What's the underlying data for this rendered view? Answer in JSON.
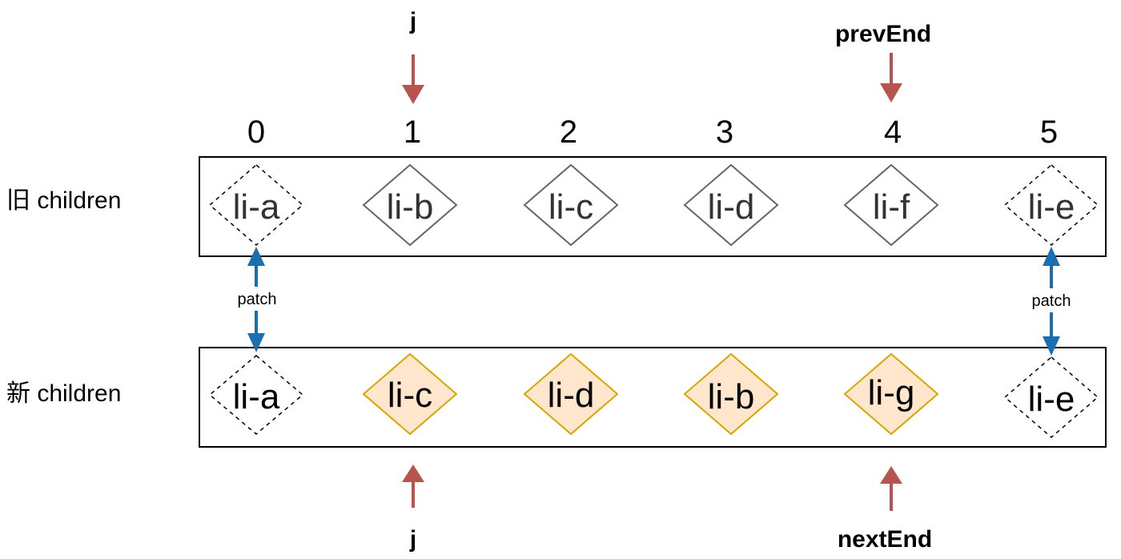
{
  "indices": [
    "0",
    "1",
    "2",
    "3",
    "4",
    "5"
  ],
  "old_row": {
    "label": "旧 children",
    "nodes": [
      {
        "text": "li-a",
        "style": "dashed"
      },
      {
        "text": "li-b",
        "style": "plain"
      },
      {
        "text": "li-c",
        "style": "plain"
      },
      {
        "text": "li-d",
        "style": "plain"
      },
      {
        "text": "li-f",
        "style": "plain"
      },
      {
        "text": "li-e",
        "style": "dashed"
      }
    ]
  },
  "new_row": {
    "label": "新 children",
    "nodes": [
      {
        "text": "li-a",
        "style": "dashed"
      },
      {
        "text": "li-c",
        "style": "highlight"
      },
      {
        "text": "li-d",
        "style": "highlight"
      },
      {
        "text": "li-b",
        "style": "highlight"
      },
      {
        "text": "li-g",
        "style": "highlight"
      },
      {
        "text": "li-e",
        "style": "dashed"
      }
    ]
  },
  "pointers": {
    "old_j": "j",
    "old_prev_end": "prevEnd",
    "new_j": "j",
    "new_next_end": "nextEnd"
  },
  "patch_left": "patch",
  "patch_right": "patch",
  "colors": {
    "plain_stroke": "#666666",
    "plain_text": "#333333",
    "highlight_fill": "#ffe6cc",
    "highlight_stroke": "#d6a700",
    "pointer_arrow": "#b85450",
    "patch_arrow": "#1a6fb0"
  }
}
